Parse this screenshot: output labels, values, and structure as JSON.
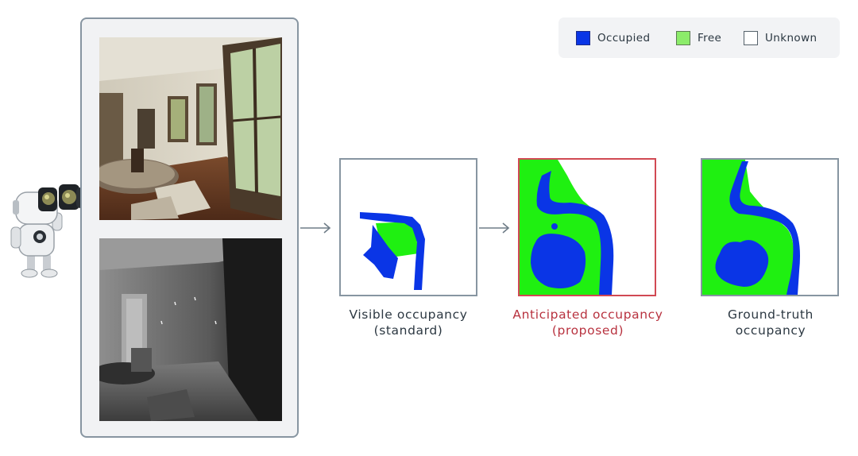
{
  "legend": {
    "items": [
      {
        "label": "Occupied",
        "color": "#0a35e6"
      },
      {
        "label": "Free",
        "color": "#8cec6a"
      },
      {
        "label": "Unknown",
        "color": "#ffffff"
      }
    ]
  },
  "inputs": {
    "rgb_view": "rgb-observation",
    "depth_view": "depth-observation"
  },
  "captions": {
    "visible": {
      "line1": "Visible occupancy",
      "line2": "(standard)"
    },
    "anticipated": {
      "line1": "Anticipated occupancy",
      "line2": "(proposed)"
    },
    "ground_truth": {
      "line1": "Ground-truth",
      "line2": "occupancy"
    }
  },
  "colors": {
    "occupied": "#0a35e6",
    "free": "#1ff011",
    "unknown": "#ffffff",
    "highlight": "#d14953",
    "panel_border": "#8795a1"
  },
  "icons": [
    "binoculars-robot-icon",
    "arrow-right-icon"
  ]
}
